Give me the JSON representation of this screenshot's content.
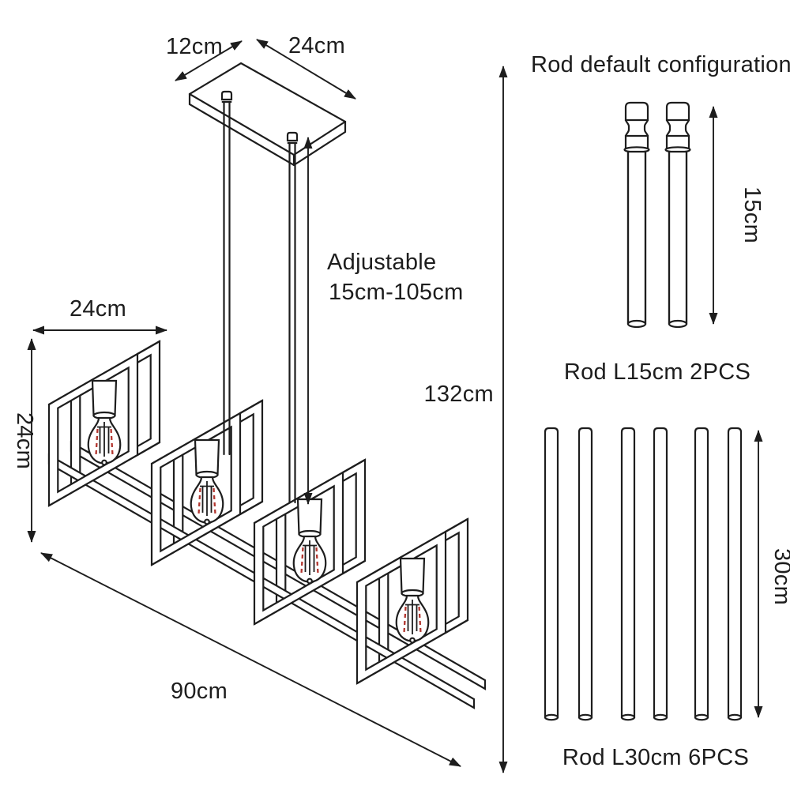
{
  "colors": {
    "line": "#1d1d1d",
    "filament_red": "#b2352e",
    "background": "#ffffff"
  },
  "canopy": {
    "side_label": "12cm",
    "front_label": "24cm"
  },
  "suspension": {
    "adjustable_label": "Adjustable",
    "adjustable_range": "15cm-105cm",
    "overall_height_label": "132cm"
  },
  "fixture": {
    "cage_width_label": "24cm",
    "cage_height_label": "24cm",
    "total_length_label": "90cm",
    "bulb_count": 4
  },
  "rod_panel": {
    "title": "Rod default configuration",
    "short_rods": {
      "dim_label": "15cm",
      "caption": "Rod L15cm 2PCS",
      "count": 2
    },
    "long_rods": {
      "dim_label": "30cm",
      "caption": "Rod L30cm 6PCS",
      "count": 6
    }
  }
}
